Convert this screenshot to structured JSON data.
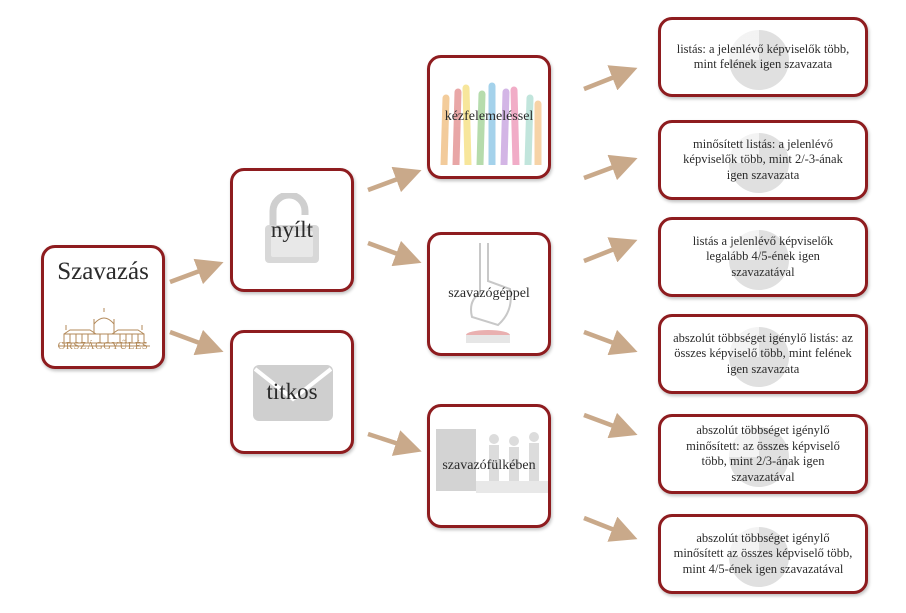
{
  "root": {
    "title": "Szavazás",
    "logo_text": "ORSZÁGGYŰLÉS"
  },
  "methods": {
    "open": "nyílt",
    "secret": "titkos"
  },
  "modes": {
    "hand": "kézfelemeléssel",
    "machine": "szavazógéppel",
    "booth": "szavazófülkében"
  },
  "rules": [
    "listás: a jelenlévő képviselők több, mint felének igen szavazata",
    "minősített listás: a jelenlévő képviselők több, mint 2/-3-ának igen szavazata",
    "listás a jelenlévő képviselők legalább 4/5-ének igen szavazatával",
    "abszolút többséget igénylő listás: az összes képviselő több, mint felének igen szavazata",
    "abszolút többséget igénylő minősített: az összes képviselő több, mint 2/3-ának igen szavazatával",
    "abszolút többséget igénylő minősített az összes képviselő több, mint 4/5-ének igen szavazatával"
  ],
  "colors": {
    "border": "#8e1c1f",
    "arrow": "#c9a98a",
    "logo": "#b38a5a",
    "icon_gray": "#c8c8c8"
  },
  "icons": {
    "logo": "parliament-building-icon",
    "open": "open-padlock-icon",
    "secret": "envelope-icon",
    "hand": "raised-hands-icon",
    "machine": "finger-pressing-button-icon",
    "booth": "voting-booth-icon",
    "rule": "pie-chart-icon"
  }
}
